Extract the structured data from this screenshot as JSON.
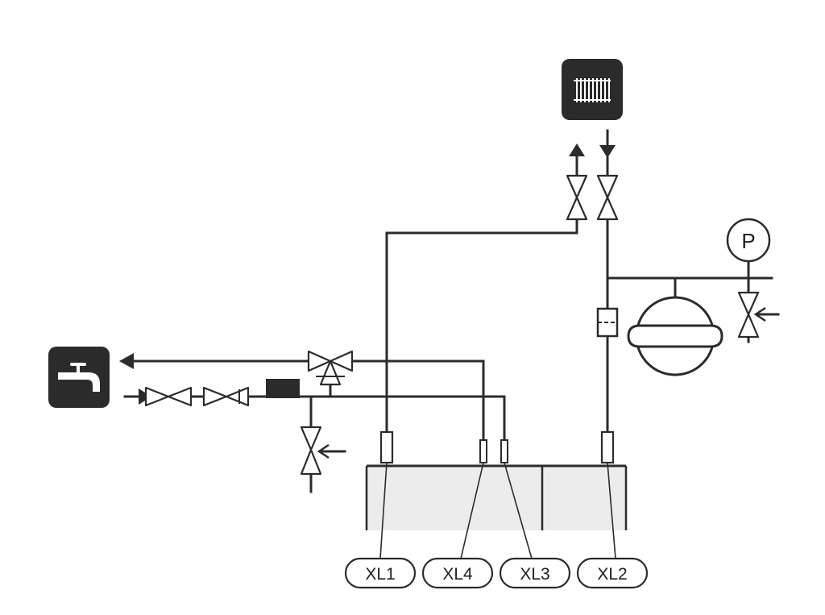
{
  "icons": {
    "radiator": "radiator-icon",
    "tap": "water-tap-icon"
  },
  "pressure_gauge": {
    "symbol": "P"
  },
  "connection_labels": [
    "XL1",
    "XL4",
    "XL3",
    "XL2"
  ],
  "colors": {
    "line": "#2b2b2b",
    "icon_box": "#2b2b2b",
    "tank_fill": "#ececec"
  }
}
